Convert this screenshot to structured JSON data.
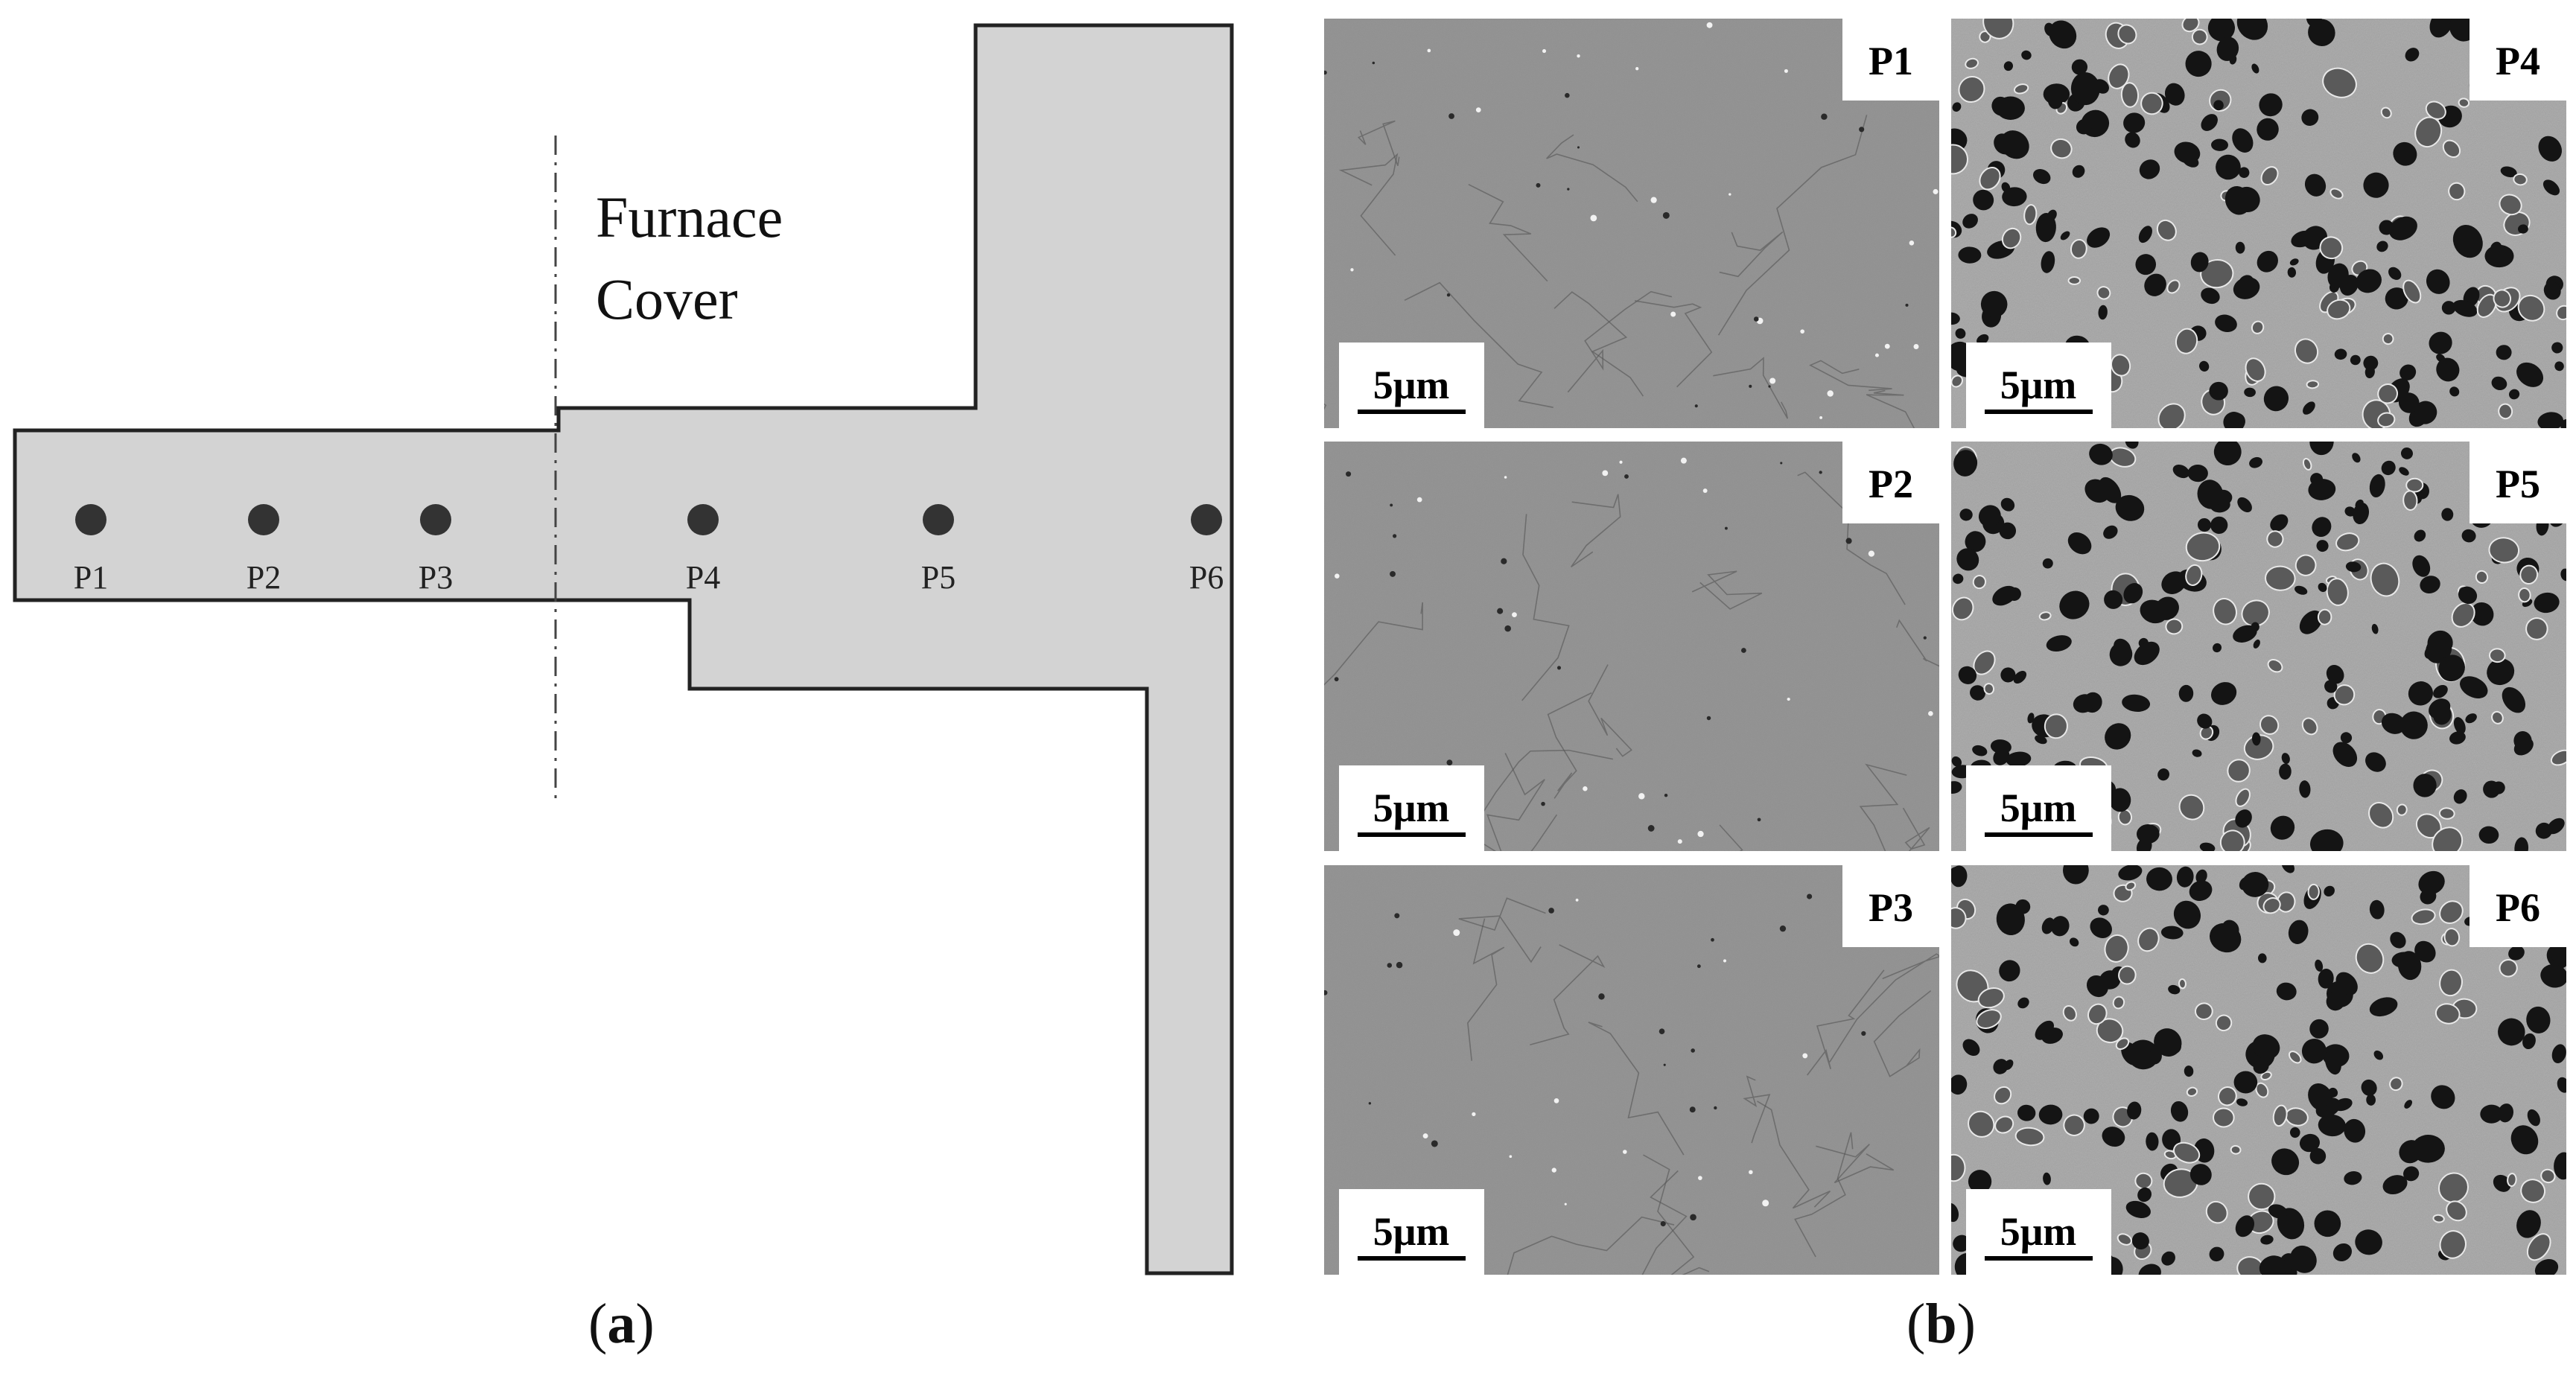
{
  "panel_a": {
    "label": "Furnace Cover",
    "label_lines": [
      "Furnace",
      "Cover"
    ],
    "points": [
      "P1",
      "P2",
      "P3",
      "P4",
      "P5",
      "P6"
    ],
    "colors": {
      "fill": "#d3d3d3",
      "stroke": "#222222",
      "marker": "#333333"
    }
  },
  "panel_b": {
    "images": [
      {
        "label": "P1",
        "scale": "5μm",
        "texture": "smooth"
      },
      {
        "label": "P4",
        "scale": "5μm",
        "texture": "grains"
      },
      {
        "label": "P2",
        "scale": "5μm",
        "texture": "smooth"
      },
      {
        "label": "P5",
        "scale": "5μm",
        "texture": "grains"
      },
      {
        "label": "P3",
        "scale": "5μm",
        "texture": "smooth"
      },
      {
        "label": "P6",
        "scale": "5μm",
        "texture": "grains"
      }
    ]
  },
  "captions": {
    "a": "a",
    "b": "b"
  }
}
